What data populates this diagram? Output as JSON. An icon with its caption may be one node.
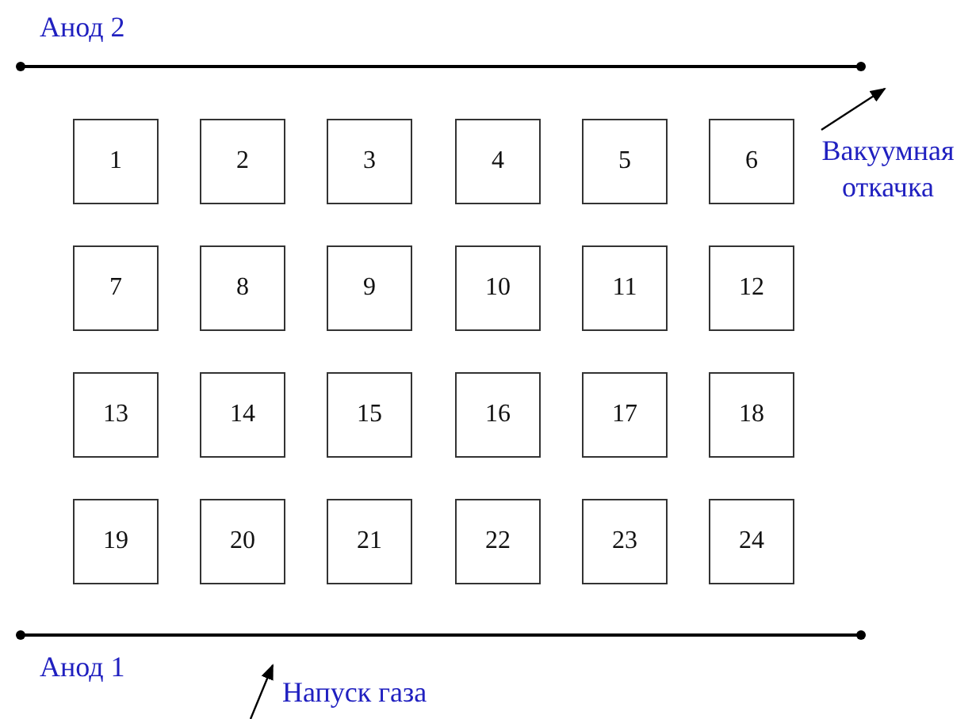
{
  "diagram": {
    "nodes": [
      {
        "text": [
          "1"
        ]
      },
      {
        "text": [
          "2"
        ]
      },
      {
        "text": [
          "3"
        ]
      },
      {
        "text": [
          "4"
        ]
      },
      {
        "text": [
          "5"
        ]
      },
      {
        "text": [
          "6"
        ]
      },
      {
        "text": [
          "7"
        ]
      },
      {
        "text": [
          "8"
        ]
      },
      {
        "text": [
          "9"
        ]
      },
      {
        "text": [
          "10"
        ]
      },
      {
        "text": [
          "11"
        ]
      },
      {
        "text": [
          "12"
        ]
      },
      {
        "text": [
          "13"
        ]
      },
      {
        "text": [
          "14"
        ]
      },
      {
        "text": [
          "15"
        ]
      },
      {
        "text": [
          "16"
        ]
      },
      {
        "text": [
          "17"
        ]
      },
      {
        "text": [
          "18"
        ]
      },
      {
        "text": [
          "19"
        ]
      },
      {
        "text": [
          "20"
        ]
      },
      {
        "text": [
          "21"
        ]
      },
      {
        "text": [
          "22"
        ]
      },
      {
        "text": [
          "23"
        ]
      },
      {
        "text": [
          "24"
        ]
      }
    ],
    "labels": [
      "Анод 2",
      "Вакуумная откачка",
      "Анод 1",
      "Напуск газа"
    ]
  }
}
